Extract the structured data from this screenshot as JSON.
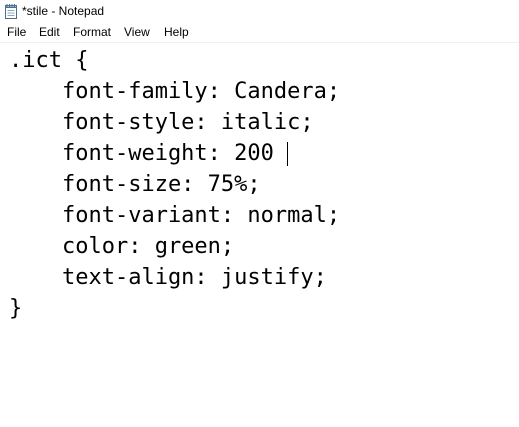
{
  "window": {
    "title": "*stile - Notepad"
  },
  "menu": {
    "items": [
      {
        "label": "File"
      },
      {
        "label": "Edit"
      },
      {
        "label": "Format"
      },
      {
        "label": "View"
      },
      {
        "label": "Help"
      }
    ]
  },
  "editor": {
    "lines": [
      ".ict {",
      "    font-family: Candera;",
      "    font-style: italic;",
      "    font-weight: 200",
      "    font-size: 75%;",
      "    font-variant: normal;",
      "    color: green;",
      "    text-align: justify;",
      "}"
    ],
    "caret_line": 4,
    "caret_column": 19
  },
  "icons": {
    "app": "notepad-icon"
  }
}
